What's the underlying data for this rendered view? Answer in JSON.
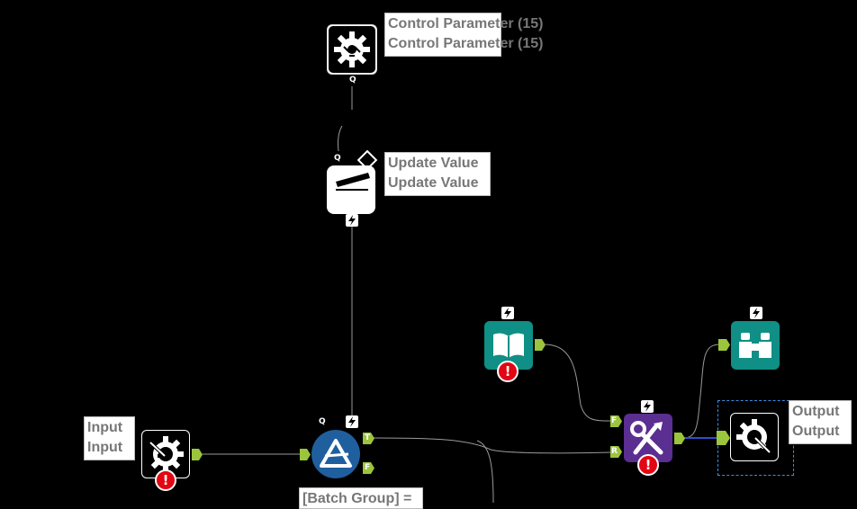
{
  "canvas": {
    "background": "#000000"
  },
  "tools": {
    "control_parameter": {
      "label_line1": "Control Parameter (15)",
      "label_line2": "Control Parameter (15)",
      "anchor_q": "Q",
      "icon": "gear-icon"
    },
    "update_value": {
      "label_line1": "Update Value",
      "label_line2": "Update Value",
      "anchor_q": "Q",
      "icon": "clapboard-icon"
    },
    "input": {
      "label_line1": "Input",
      "label_line2": "Input",
      "icon": "macro-input-icon",
      "error": "!"
    },
    "filter": {
      "label_partial": "[Batch Group] =",
      "anchor_q": "Q",
      "anchor_t": "T",
      "anchor_f": "F",
      "icon": "filter-triangle-icon",
      "color": "#1f5f9e"
    },
    "book": {
      "icon": "book-icon",
      "color": "#0f8f85",
      "error": "!"
    },
    "formula": {
      "icon": "formula-wrench-icon",
      "color": "#5b2e91",
      "anchor_f": "F",
      "anchor_r": "R",
      "error": "!"
    },
    "browse": {
      "icon": "binoculars-icon",
      "color": "#0f8f85"
    },
    "output": {
      "label_line1": "Output",
      "label_line2": "Output",
      "icon": "macro-output-icon"
    }
  },
  "colors": {
    "anchor_green": "#9bc53d",
    "connection_gray": "#9a9a9a",
    "connection_blue": "#2d4fd0",
    "error_red": "#e30613"
  }
}
